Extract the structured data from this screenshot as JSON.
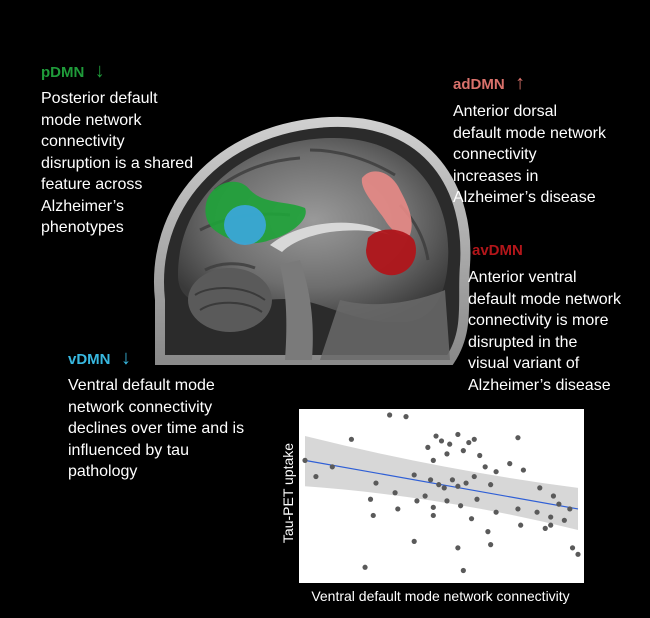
{
  "networks": {
    "pdmn": {
      "abbr": "pDMN",
      "arrow": "↓",
      "color": "#1f9b3a",
      "text": "Posterior default\nmode network\nconnectivity\ndisruption is a shared\nfeature across\nAlzheimer’s\nphenotypes"
    },
    "addmn": {
      "abbr": "adDMN",
      "arrow": "↑",
      "color": "#d9716b",
      "text": "Anterior dorsal\ndefault mode network\nconnectivity\nincreases in\nAlzheimer’s disease"
    },
    "avdmn": {
      "abbr": "avDMN",
      "color": "#b3161a",
      "text": "Anterior ventral\ndefault mode network\nconnectivity is more\ndisrupted in the\nvisual variant of\nAlzheimer’s disease"
    },
    "vdmn": {
      "abbr": "vDMN",
      "arrow": "↓",
      "color": "#38b8e0",
      "text": "Ventral default mode\nnetwork connectivity\ndeclines over time and is\ninfluenced by tau\npathology"
    }
  },
  "chart_data": {
    "type": "scatter",
    "xlabel": "Ventral default mode network connectivity",
    "ylabel": "Tau-PET uptake",
    "xlim": [
      0,
      1
    ],
    "ylim": [
      0,
      1
    ],
    "grid": false,
    "points": [
      [
        0.31,
        1.0
      ],
      [
        0.37,
        0.99
      ],
      [
        0.17,
        0.85
      ],
      [
        0.48,
        0.87
      ],
      [
        0.5,
        0.84
      ],
      [
        0.53,
        0.82
      ],
      [
        0.6,
        0.83
      ],
      [
        0.62,
        0.85
      ],
      [
        0.56,
        0.88
      ],
      [
        0.78,
        0.86
      ],
      [
        0.0,
        0.72
      ],
      [
        0.1,
        0.68
      ],
      [
        0.45,
        0.8
      ],
      [
        0.47,
        0.72
      ],
      [
        0.52,
        0.76
      ],
      [
        0.58,
        0.78
      ],
      [
        0.64,
        0.75
      ],
      [
        0.66,
        0.68
      ],
      [
        0.7,
        0.65
      ],
      [
        0.75,
        0.7
      ],
      [
        0.8,
        0.66
      ],
      [
        0.4,
        0.63
      ],
      [
        0.46,
        0.6
      ],
      [
        0.49,
        0.57
      ],
      [
        0.51,
        0.55
      ],
      [
        0.54,
        0.6
      ],
      [
        0.56,
        0.56
      ],
      [
        0.59,
        0.58
      ],
      [
        0.62,
        0.62
      ],
      [
        0.68,
        0.57
      ],
      [
        0.86,
        0.55
      ],
      [
        0.91,
        0.5
      ],
      [
        0.93,
        0.45
      ],
      [
        0.97,
        0.42
      ],
      [
        0.24,
        0.48
      ],
      [
        0.33,
        0.52
      ],
      [
        0.41,
        0.47
      ],
      [
        0.44,
        0.5
      ],
      [
        0.47,
        0.43
      ],
      [
        0.52,
        0.47
      ],
      [
        0.57,
        0.44
      ],
      [
        0.63,
        0.48
      ],
      [
        0.7,
        0.4
      ],
      [
        0.78,
        0.42
      ],
      [
        0.85,
        0.4
      ],
      [
        0.9,
        0.37
      ],
      [
        0.95,
        0.35
      ],
      [
        0.25,
        0.38
      ],
      [
        0.34,
        0.42
      ],
      [
        0.47,
        0.38
      ],
      [
        0.61,
        0.36
      ],
      [
        0.67,
        0.28
      ],
      [
        0.79,
        0.32
      ],
      [
        0.88,
        0.3
      ],
      [
        0.9,
        0.32
      ],
      [
        0.4,
        0.22
      ],
      [
        0.56,
        0.18
      ],
      [
        0.68,
        0.2
      ],
      [
        0.98,
        0.18
      ],
      [
        1.0,
        0.14
      ],
      [
        0.22,
        0.06
      ],
      [
        0.58,
        0.04
      ],
      [
        0.04,
        0.62
      ],
      [
        0.26,
        0.58
      ]
    ],
    "fit": {
      "y_start": 0.72,
      "y_end": 0.42
    },
    "ci": {
      "upper_start": 0.87,
      "upper_mid": 0.66,
      "upper_end": 0.55,
      "lower_start": 0.56,
      "lower_mid": 0.5,
      "lower_end": 0.29
    }
  }
}
